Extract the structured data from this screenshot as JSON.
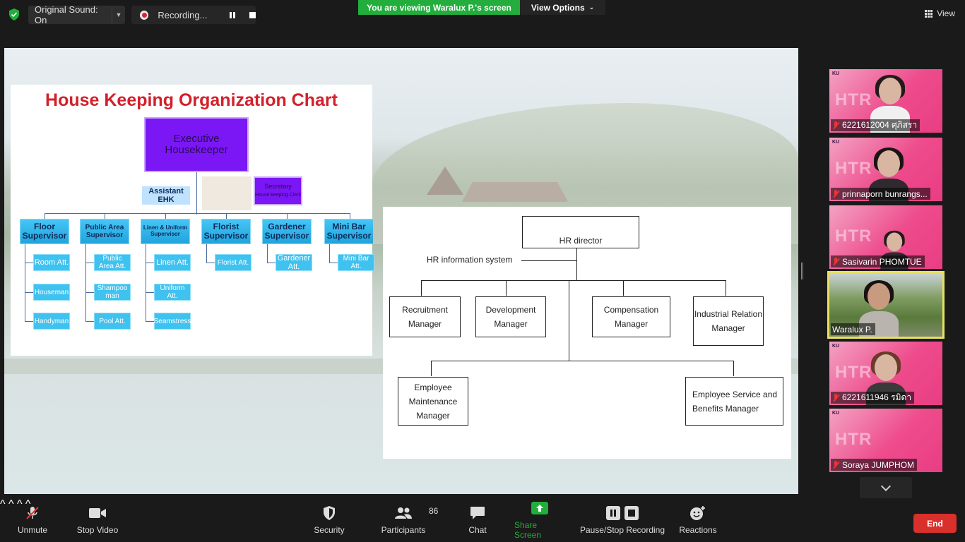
{
  "topbar": {
    "original_sound": "Original Sound: On",
    "recording": "Recording...",
    "viewing": "You are viewing Waralux P.'s screen",
    "view_options": "View Options",
    "view": "View"
  },
  "slide1": {
    "title": "House Keeping Organization Chart",
    "exec": "Executive Housekeeper",
    "assistant": "Assistant EHK",
    "secretary": "Secretary",
    "secretary_sub": "House keeping Clerk",
    "supervisors": [
      "Floor Supervisor",
      "Public Area Supervisor",
      "Linen & Uniform Supervisor",
      "Florist Supervisor",
      "Gardener Supervisor",
      "Mini Bar Supervisor"
    ],
    "floor_subs": [
      "Room Att.",
      "Houseman",
      "Handyman"
    ],
    "public_subs": [
      "Public Area Att.",
      "Shampoo man",
      "Pool Att."
    ],
    "linen_subs": [
      "Linen Att.",
      "Uniform Att.",
      "Seamstress"
    ],
    "florist_subs": [
      "Florist Att."
    ],
    "gardener_subs": [
      "Gardener Att."
    ],
    "minibar_subs": [
      "Mini Bar Att."
    ]
  },
  "slide2": {
    "director": "HR director",
    "hris": "HR information system",
    "row1": [
      "Recruitment Manager",
      "Development Manager",
      "Compensation Manager",
      "Industrial Relation Manager"
    ],
    "row2": [
      "Employee Maintenance Manager",
      "Employee Service and Benefits Manager"
    ]
  },
  "participants_list": [
    {
      "name": "6221612004 ศุภิสรา"
    },
    {
      "name": "prinnaporn bunrangs..."
    },
    {
      "name": "Sasivarin PHOMTUE"
    },
    {
      "name": "Waralux P."
    },
    {
      "name": "6221611946 รมิดา"
    },
    {
      "name": "Soraya JUMPHOM"
    }
  ],
  "toolbar": {
    "unmute": "Unmute",
    "stop_video": "Stop Video",
    "security": "Security",
    "participants": "Participants",
    "participants_count": "86",
    "chat": "Chat",
    "share_screen": "Share Screen",
    "pause_stop_recording": "Pause/Stop Recording",
    "reactions": "Reactions",
    "end": "End"
  },
  "colors": {
    "viewing_banner": "#23ad3c",
    "end_button": "#d9302b",
    "share_screen": "#23ad3c",
    "active_speaker_border": "#e8e060"
  }
}
